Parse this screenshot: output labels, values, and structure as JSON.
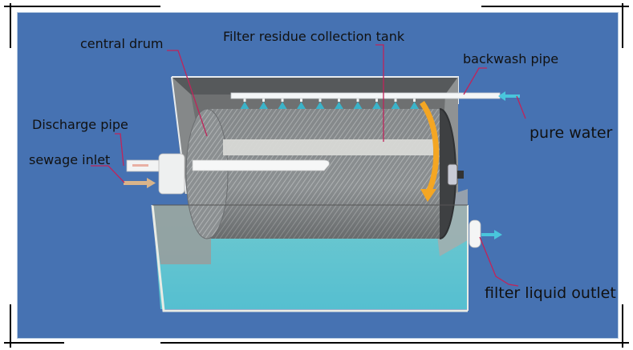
{
  "title": "Rotary drum filter diagram",
  "labels": {
    "central_drum": "central drum",
    "filter_residue_tank": "Filter residue collection tank",
    "backwash_pipe": "backwash pipe",
    "discharge_pipe": "Discharge pipe",
    "sewage_inlet": "sewage inlet",
    "pure_water": "pure water",
    "filter_liquid_outlet": "filter liquid outlet"
  },
  "colors": {
    "background": "#4672b2",
    "water": "#5fc4cf",
    "spray": "#3bb3c9",
    "drum_mesh": "#8a8d8e",
    "leader_line": "#c0245a",
    "rotation_arrow": "#f4a623",
    "inlet_arrow": "#d9b48a",
    "flow_arrow": "#49c6dc"
  },
  "spray_nozzle_count": 10
}
